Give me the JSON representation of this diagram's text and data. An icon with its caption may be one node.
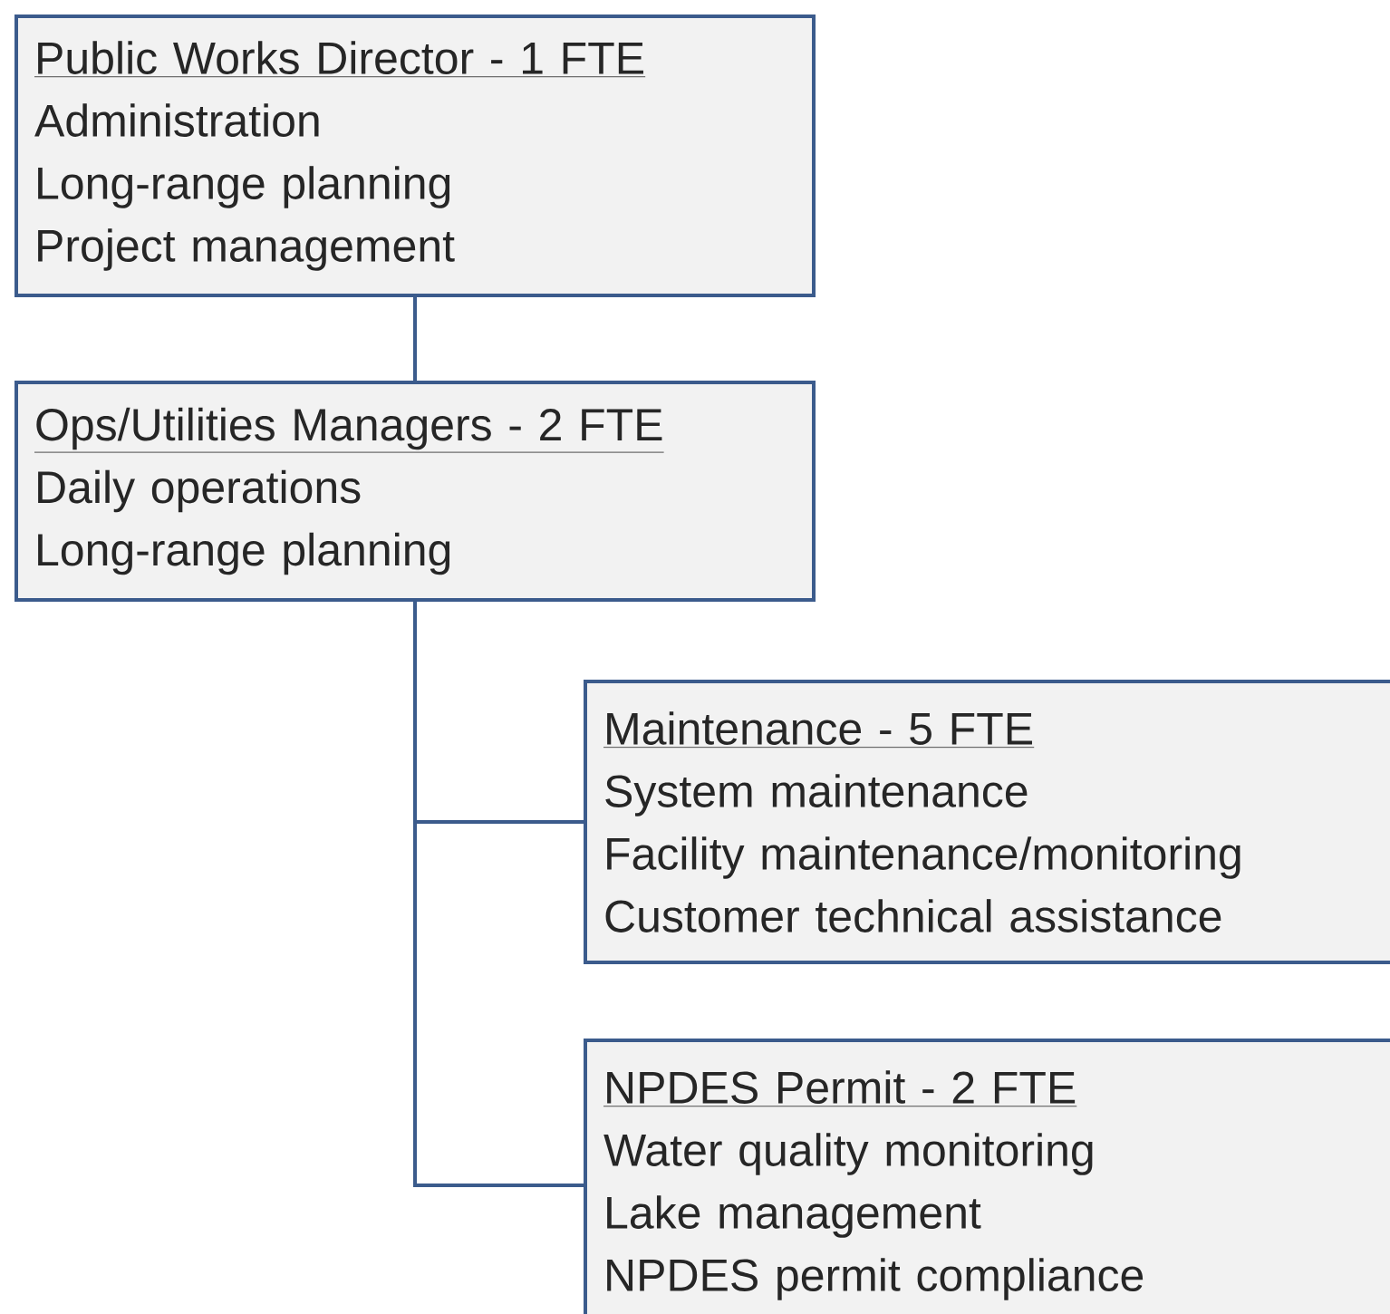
{
  "diagram": {
    "nodes": [
      {
        "text": [
          "Public Works Director - 1 FTE",
          "Administration",
          "Long-range planning",
          "Project management"
        ]
      },
      {
        "text": [
          "Ops/Utilities Managers - 2 FTE",
          "Daily operations",
          "Long-range planning"
        ]
      },
      {
        "text": [
          "Maintenance - 5 FTE",
          "System maintenance",
          "Facility maintenance/monitoring",
          "Customer technical assistance"
        ]
      },
      {
        "text": [
          "NPDES Permit - 2 FTE",
          "Water quality monitoring",
          "Lake management",
          "NPDES permit compliance"
        ]
      }
    ],
    "edges": [
      {
        "from": 0,
        "to": 1,
        "arrow": "none"
      },
      {
        "from": 1,
        "to": 2,
        "arrow": "none"
      },
      {
        "from": 1,
        "to": 3,
        "arrow": "none"
      }
    ]
  }
}
